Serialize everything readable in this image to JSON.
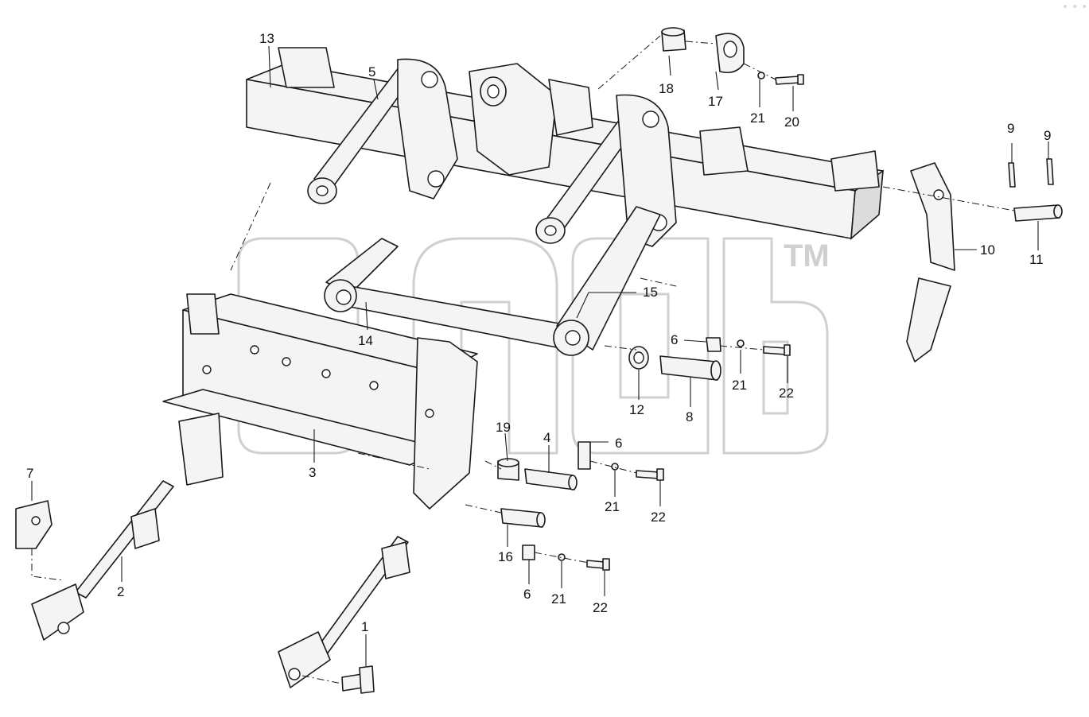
{
  "watermark": {
    "trademark": "TM"
  },
  "corner_mark": "° ° °",
  "callouts": {
    "c1": "1",
    "c2": "2",
    "c3": "3",
    "c4": "4",
    "c5": "5",
    "c6a": "6",
    "c6b": "6",
    "c6c": "6",
    "c7": "7",
    "c8": "8",
    "c9a": "9",
    "c9b": "9",
    "c10": "10",
    "c11": "11",
    "c12": "12",
    "c13": "13",
    "c14": "14",
    "c15": "15",
    "c16": "16",
    "c17": "17",
    "c18": "18",
    "c19": "19",
    "c20": "20",
    "c21a": "21",
    "c21b": "21",
    "c21c": "21",
    "c21d": "21",
    "c22a": "22",
    "c22b": "22",
    "c22c": "22"
  }
}
